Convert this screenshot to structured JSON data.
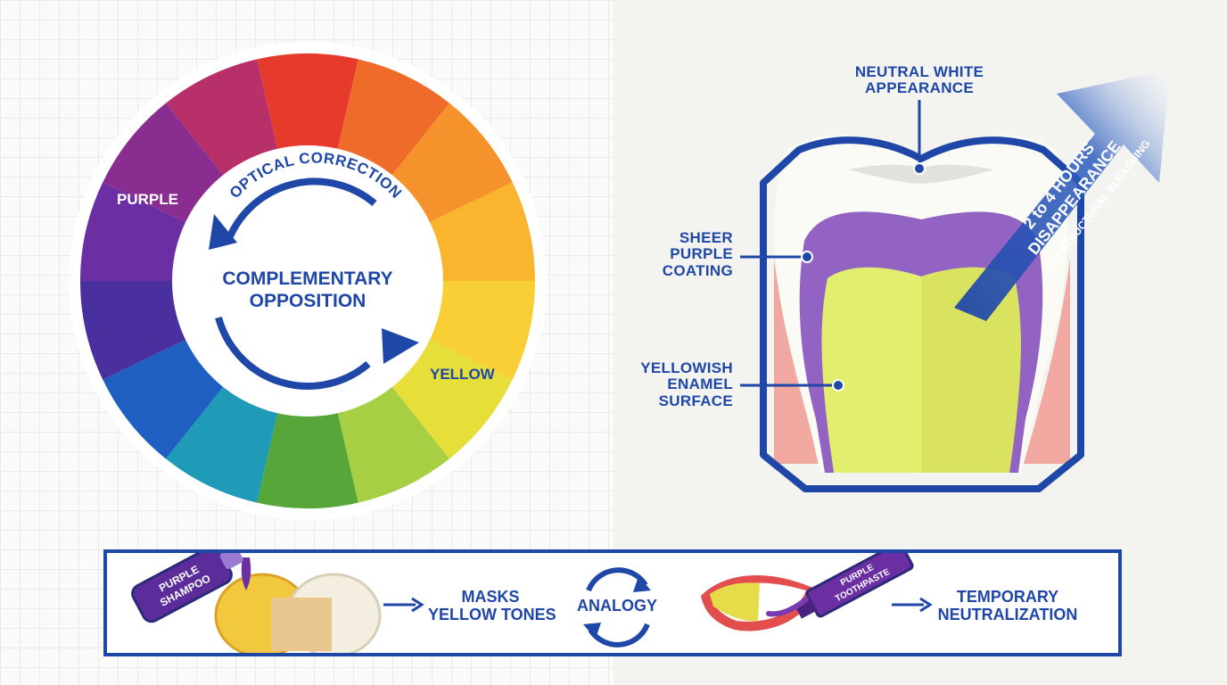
{
  "wheel": {
    "purple_label": "PURPLE",
    "yellow_label": "YELLOW",
    "ring_title": "OPTICAL CORRECTION",
    "center_line1": "COMPLEMENTARY",
    "center_line2": "OPPOSITION",
    "segment_colors": [
      "#e53a2c",
      "#ef6b2a",
      "#f5922b",
      "#f9b52e",
      "#f8cf34",
      "#e6df3a",
      "#a6cf44",
      "#57a63a",
      "#1f9bb8",
      "#1f5fc2",
      "#4a2f9e",
      "#6c2fa3",
      "#8a2d91",
      "#b8306a"
    ]
  },
  "tooth": {
    "top_label_line1": "NEUTRAL WHITE",
    "top_label_line2": "APPEARANCE",
    "coating_line1": "SHEER",
    "coating_line2": "PURPLE",
    "coating_line3": "COATING",
    "enamel_line1": "YELLOWISH",
    "enamel_line2": "ENAMEL",
    "enamel_line3": "SURFACE",
    "arrow_line1": "2 to 4 HOURS",
    "arrow_line2": "DISAPPEARANCE",
    "arrow_sub": "NOT STRUCTURAL BLEACHING"
  },
  "bottom": {
    "shampoo_line1": "PURPLE",
    "shampoo_line2": "SHAMPOO",
    "masks_line1": "MASKS",
    "masks_line2": "YELLOW TONES",
    "analogy": "ANALOGY",
    "paste_line1": "PURPLE",
    "paste_line2": "TOOTHPASTE",
    "temp_line1": "TEMPORARY",
    "temp_line2": "NEUTRALIZATION"
  },
  "colors": {
    "accent_blue": "#1f47a8",
    "purple": "#7a3bb0",
    "yellow": "#dde65a"
  }
}
